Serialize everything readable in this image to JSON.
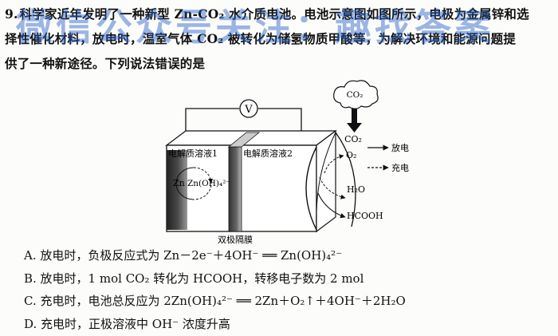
{
  "question": {
    "number": "9.",
    "line1": "科学家近年发明了一种新型 Zn-CO₂ 水介质电池。电池示意图如图所示，电极为金属锌和选",
    "line2": "择性催化材料，放电时，温室气体 CO₂ 被转化为储氢物质甲酸等，为解决环境和能源问题提",
    "line3": "供了一种新途径。下列说法错误的是"
  },
  "watermark": "微信公众号关注：趣找答案",
  "diagram": {
    "voltmeter": "V",
    "cloud_label": "CO₂",
    "co2_label": "CO₂",
    "left_chamber": "电解质溶液1",
    "right_chamber": "电解质溶液2",
    "zn_label": "Zn",
    "zincate_label": "Zn(OH)₄²⁻",
    "o2_label": "O₂",
    "h2o_label": "H₂O",
    "hcooh_label": "HCOOH",
    "membrane_label": "双极隔膜",
    "legend_discharge": "放电",
    "legend_charge": "充电"
  },
  "options": [
    "A. 放电时，负极反应式为 Zn－2e⁻＋4OH⁻ ══ Zn(OH)₄²⁻",
    "B. 放电时，1 mol CO₂ 转化为 HCOOH，转移电子数为 2 mol",
    "C. 充电时，电池总反应为 2Zn(OH)₄²⁻ ══ 2Zn＋O₂↑＋4OH⁻＋2H₂O",
    "D. 充电时，正极溶液中 OH⁻ 浓度升高"
  ]
}
